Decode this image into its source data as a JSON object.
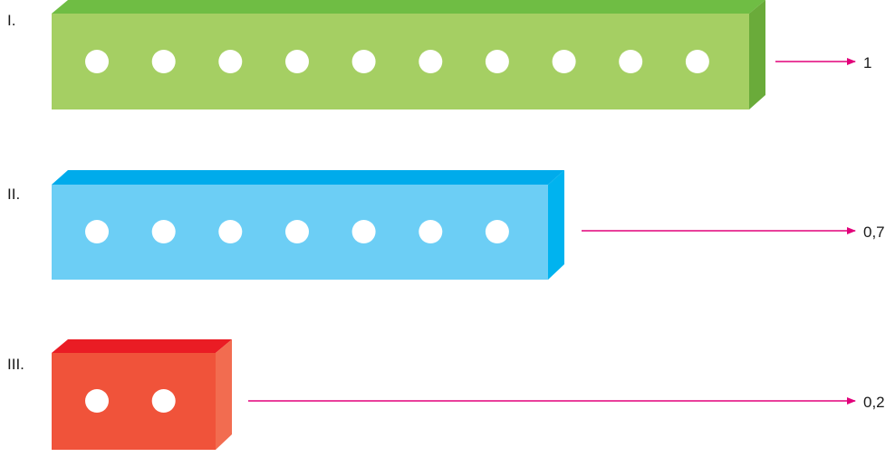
{
  "rows": [
    {
      "label": "I.",
      "value": "1",
      "dots": 10,
      "colors": {
        "front": "#a5cf63",
        "top": "#6fbd44",
        "side": "#6aab3a"
      }
    },
    {
      "label": "II.",
      "value": "0,7",
      "dots": 7,
      "colors": {
        "front": "#6ccef5",
        "top": "#00abeb",
        "side": "#00b3ef"
      }
    },
    {
      "label": "III.",
      "value": "0,2",
      "dots": 2,
      "colors": {
        "front": "#f0533a",
        "top": "#ea1c24",
        "side": "#f26c50"
      }
    }
  ],
  "arrow_color": "#e2007a",
  "dot_color": "#ffffff"
}
